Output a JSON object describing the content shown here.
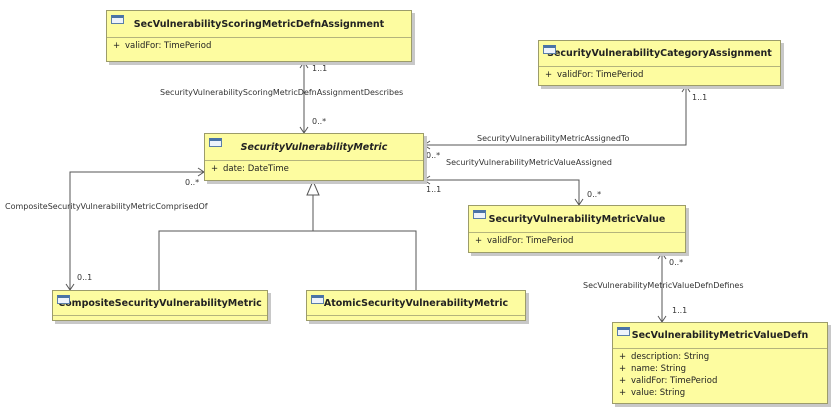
{
  "classes": {
    "scoring_assignment": {
      "name": "SecVulnerabilityScoringMetricDefnAssignment",
      "attributes": [
        {
          "vis": "+",
          "text": "validFor: TimePeriod"
        }
      ]
    },
    "category_assignment": {
      "name": "SecurityVulnerabilityCategoryAssignment",
      "attributes": [
        {
          "vis": "+",
          "text": "validFor: TimePeriod"
        }
      ]
    },
    "metric": {
      "name": "SecurityVulnerabilityMetric",
      "attributes": [
        {
          "vis": "+",
          "text": "date: DateTime"
        }
      ]
    },
    "metric_value": {
      "name": "SecurityVulnerabilityMetricValue",
      "attributes": [
        {
          "vis": "+",
          "text": "validFor: TimePeriod"
        }
      ]
    },
    "composite": {
      "name": "CompositeSecurityVulnerabilityMetric",
      "attributes": []
    },
    "atomic": {
      "name": "AtomicSecurityVulnerabilityMetric",
      "attributes": []
    },
    "value_defn": {
      "name": "SecVulnerabilityMetricValueDefn",
      "attributes": [
        {
          "vis": "+",
          "text": "description: String"
        },
        {
          "vis": "+",
          "text": "name: String"
        },
        {
          "vis": "+",
          "text": "validFor: TimePeriod"
        },
        {
          "vis": "+",
          "text": "value: String"
        }
      ]
    }
  },
  "associations": {
    "describes": {
      "label": "SecurityVulnerabilityScoringMetricDefnAssignmentDescribes",
      "mult_top": "1..1",
      "mult_bottom": "0..*"
    },
    "assigned_to": {
      "label": "SecurityVulnerabilityMetricAssignedTo",
      "mult_top": "1..1",
      "mult_left": "0..*"
    },
    "value_assigned": {
      "label": "SecurityVulnerabilityMetricValueAssigned",
      "mult_left": "1..1",
      "mult_right": "0..*"
    },
    "comprised_of": {
      "label": "CompositeSecurityVulnerabilityMetricComprisedOf",
      "mult_metric": "0..*",
      "mult_composite": "0..1"
    },
    "value_defn_defines": {
      "label": "SecVulnerabilityMetricValueDefnDefines",
      "mult_top": "0..*",
      "mult_bottom": "1..1"
    }
  }
}
